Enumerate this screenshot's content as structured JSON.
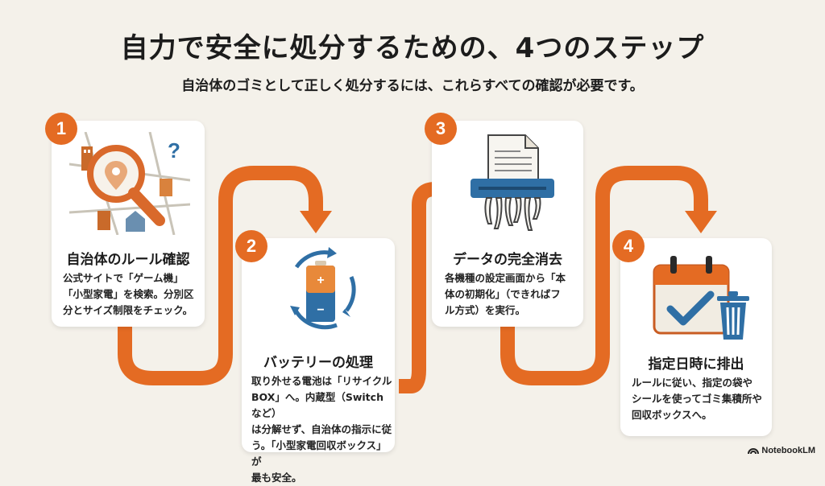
{
  "title": "自力で安全に処分するための、4つのステップ",
  "subtitle": "自治体のゴミとして正しく処分するには、これらすべての確認が必要です。",
  "colors": {
    "accent": "#e46b23",
    "blue": "#2f6fa5",
    "background": "#f4f1ea"
  },
  "steps": [
    {
      "number": "1",
      "heading": "自治体のルール確認",
      "body_lines": [
        "公式サイトで「ゲーム機」",
        "「小型家電」を検索。分別区",
        "分とサイズ制限をチェック。"
      ],
      "icon": "map-magnifier-icon"
    },
    {
      "number": "2",
      "heading": "バッテリーの処理",
      "body_lines": [
        "取り外せる電池は「リサイクル",
        "BOX」へ。内蔵型（Switchなど）",
        "は分解せず、自治体の指示に従",
        "う。「小型家電回収ボックス」が",
        "最も安全。"
      ],
      "icon": "battery-recycle-icon"
    },
    {
      "number": "3",
      "heading": "データの完全消去",
      "body_lines": [
        "各機種の設定画面から「本",
        "体の初期化」（できればフ",
        "ル方式）を実行。"
      ],
      "icon": "paper-shredder-icon"
    },
    {
      "number": "4",
      "heading": "指定日時に排出",
      "body_lines": [
        "ルールに従い、指定の袋や",
        "シールを使ってゴミ集積所や",
        "回収ボックスへ。"
      ],
      "icon": "calendar-trash-icon"
    }
  ],
  "brand": "NotebookLM"
}
